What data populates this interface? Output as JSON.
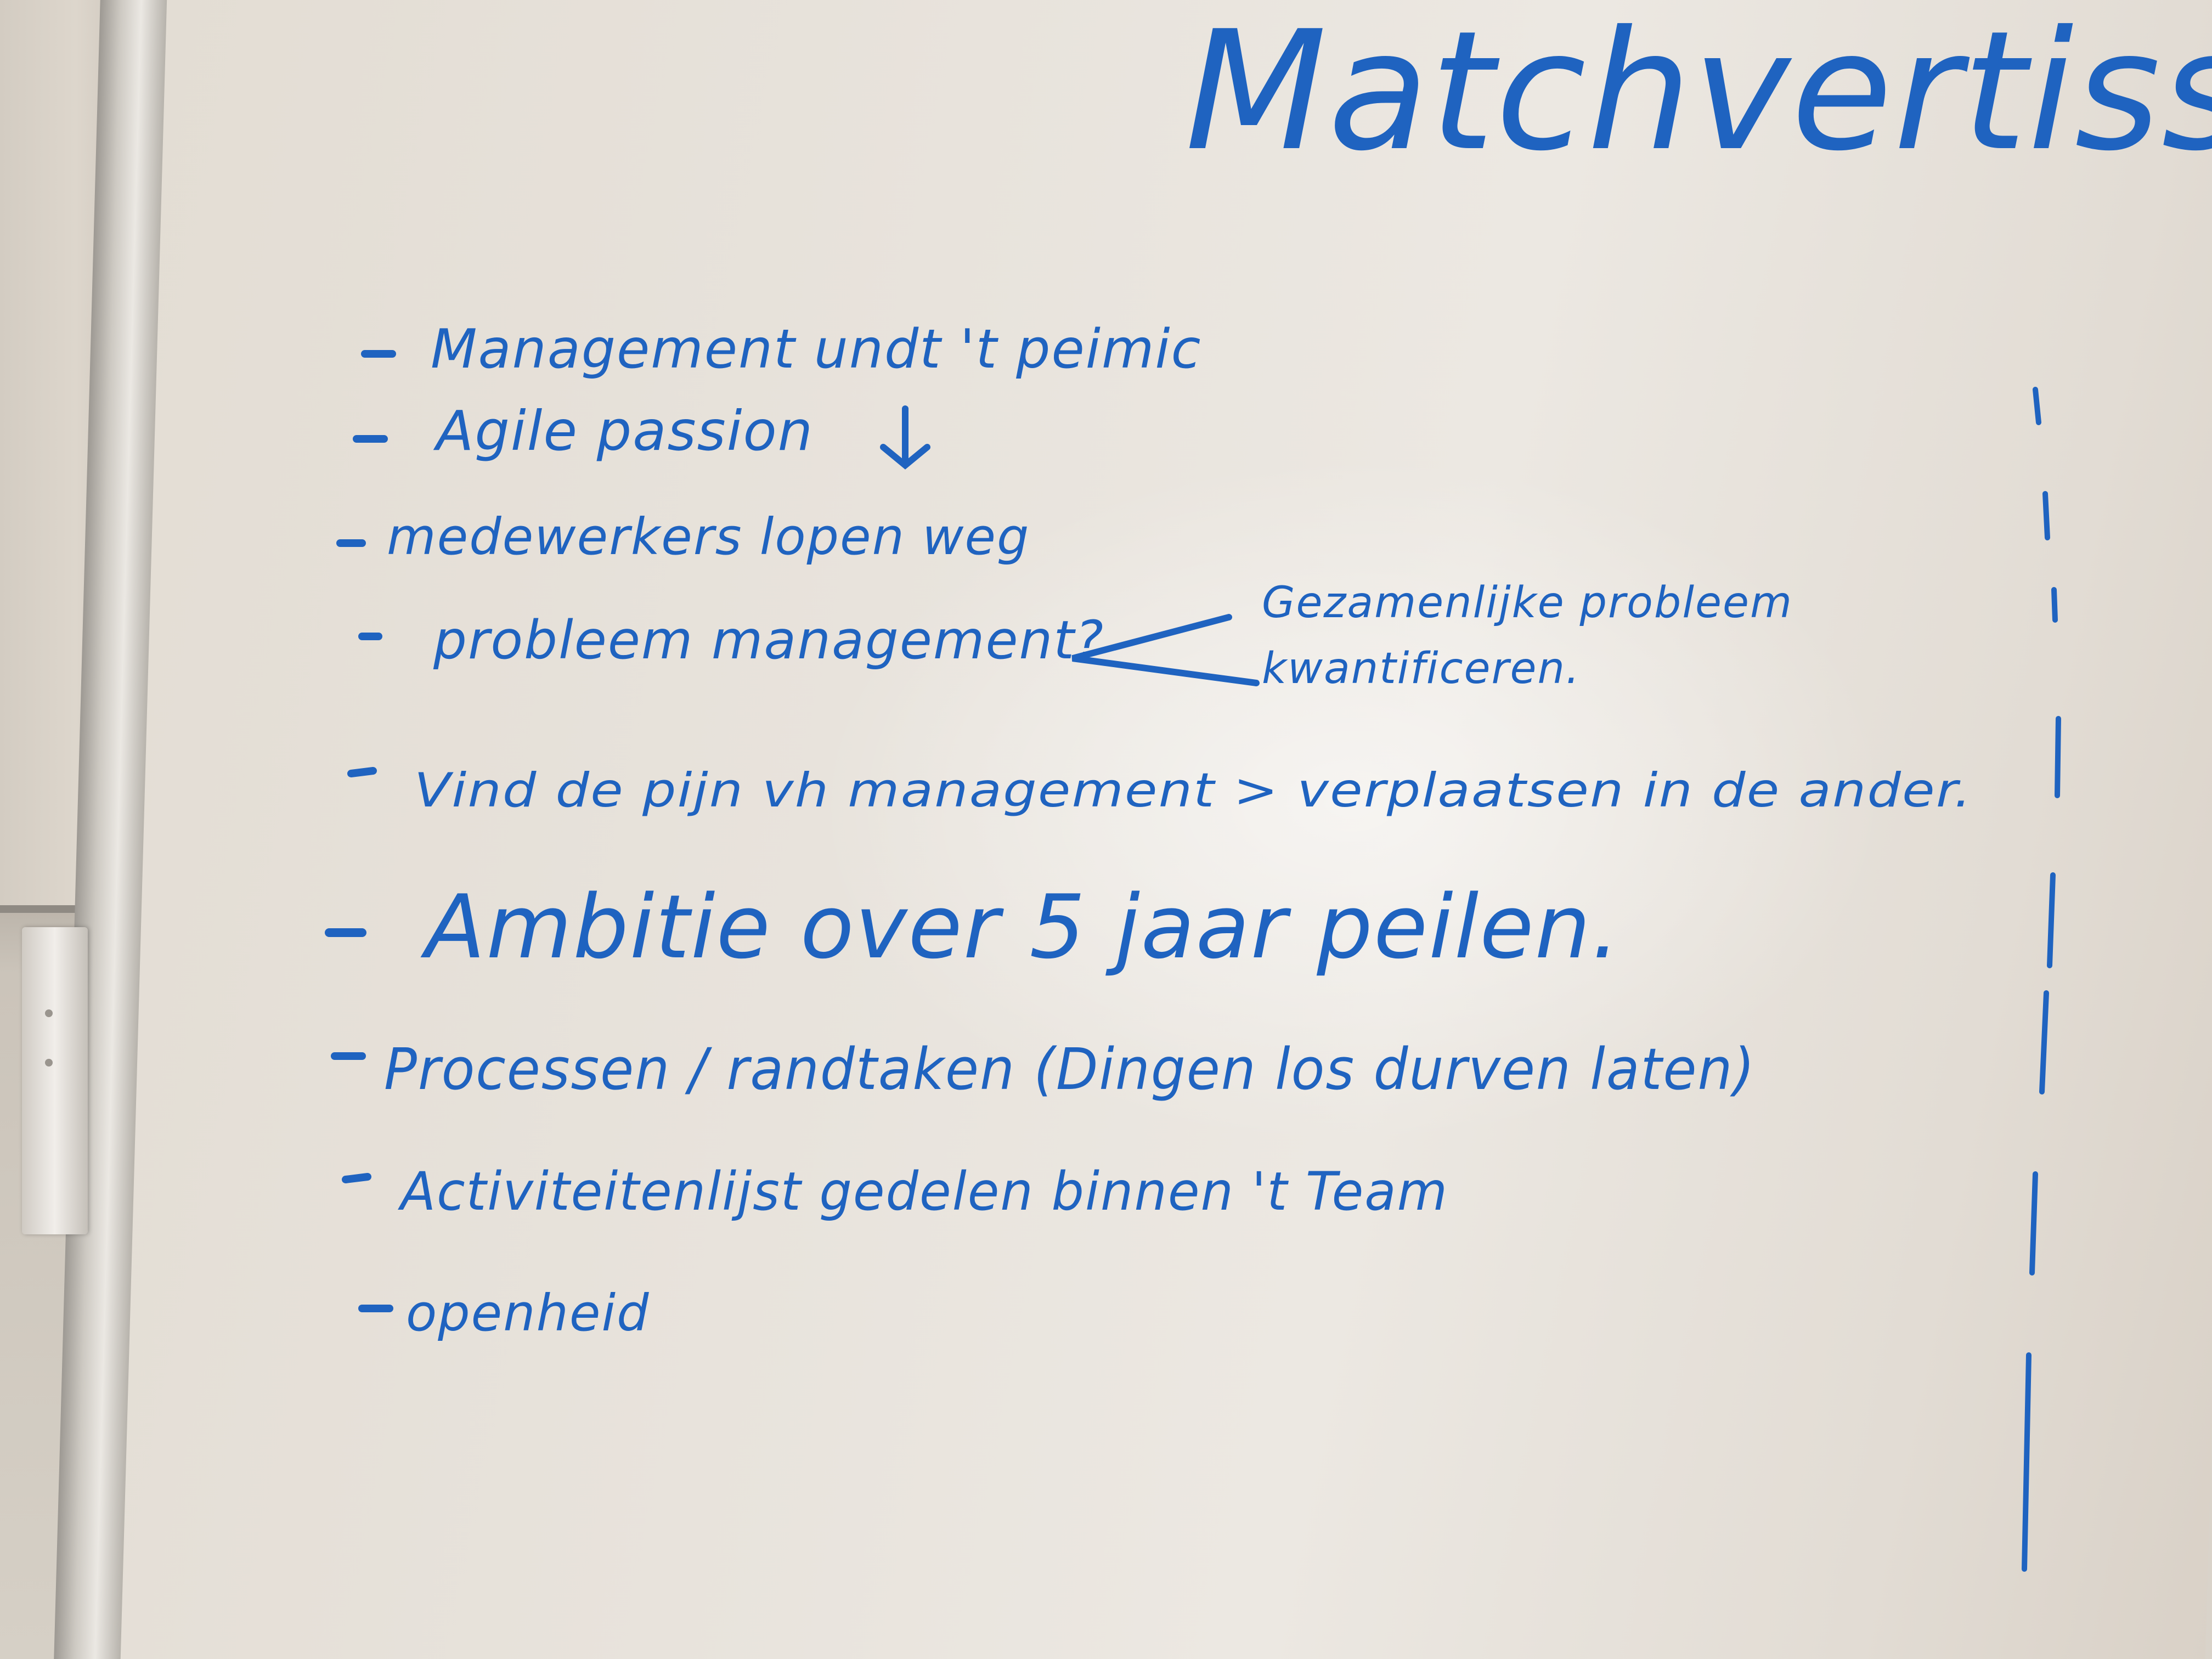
{
  "board": {
    "title": "Matchvertiss",
    "items": [
      "Management undt 't peimic",
      "Agile passion",
      "medewerkers lopen weg",
      "probleem management?",
      "Vind de pijn vh management > verplaatsen in de ander.",
      "Ambitie over 5 jaar peilen.",
      "Processen / randtaken (Dingen los durven laten)",
      "Activiteitenlijst gedelen binnen 't Team",
      "openheid"
    ],
    "side_note": [
      "Gezamenlijke probleem",
      "kwantificeren."
    ]
  },
  "colors": {
    "ink": "#1f63c0",
    "board": "#e8e3dc",
    "wall": "#d6cfc5"
  }
}
